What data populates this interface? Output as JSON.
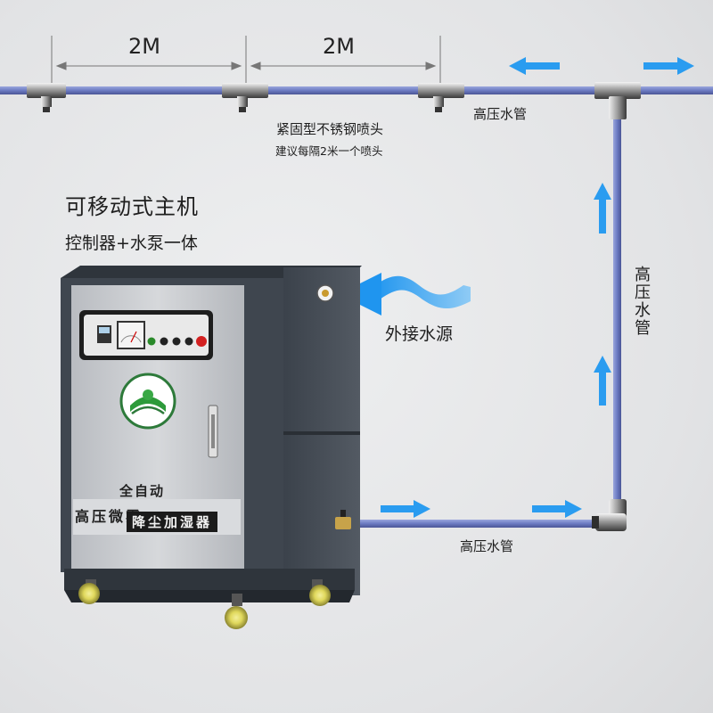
{
  "spacing_labels": [
    "2M",
    "2M"
  ],
  "nozzle_name": "紧固型不锈钢喷头",
  "nozzle_tip": "建议每隔2米一个喷头",
  "pipe_label_top": "高压水管",
  "pipe_label_right": "高压水管",
  "pipe_label_bottom": "高压水管",
  "machine_title": "可移动式主机",
  "machine_subtitle": "控制器+水泵一体",
  "water_source": "外接水源",
  "panel": {
    "line_auto": "全自动",
    "line_left": "高压微雾",
    "line_right": "降尘加湿器"
  },
  "colors": {
    "pipe": "#6f7fc4",
    "arrow": "#2a9cf0",
    "cabinet_dark": "#454c55",
    "cabinet_door": "#c4c7cb"
  }
}
